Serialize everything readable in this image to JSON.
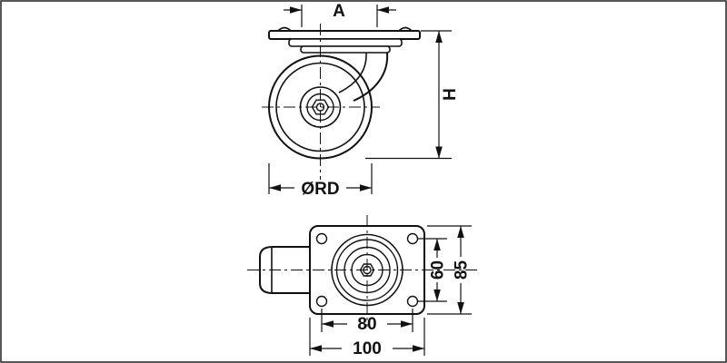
{
  "colors": {
    "line": "#111111",
    "bg": "#ffffff"
  },
  "drawing": {
    "labels": {
      "top_width": "A",
      "overall_height": "H",
      "wheel_diameter": "ØRD",
      "hole_spacing_width": "60",
      "plate_width": "85",
      "hole_spacing_length": "80",
      "plate_length": "100"
    }
  }
}
